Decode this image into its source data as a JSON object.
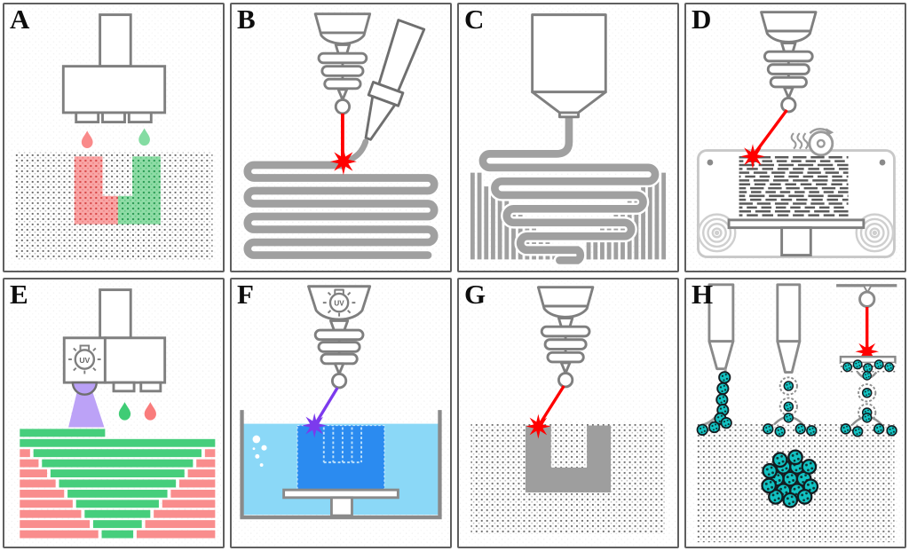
{
  "figure": {
    "type": "additive-manufacturing-techniques-diagram",
    "panels": [
      {
        "label": "A"
      },
      {
        "label": "B"
      },
      {
        "label": "C"
      },
      {
        "label": "D"
      },
      {
        "label": "E"
      },
      {
        "label": "F"
      },
      {
        "label": "G"
      },
      {
        "label": "H"
      }
    ]
  },
  "labels": {
    "uv": "UV"
  },
  "colors": {
    "panel_border": "#5f5f5f",
    "outline_gray": "#7f7f7f",
    "machine_light_gray": "#c8c8c8",
    "material_gray": "#a0a0a0",
    "sintered_gray": "#9e9e9e",
    "laser_red": "#ff0000",
    "uv_purple": "#7c3aed",
    "uv_cone_purple": "#bca2f7",
    "binder_pink": "#f9a6a6",
    "binder_green": "#8fdca6",
    "layer_green": "#46ce7c",
    "layer_pink": "#f98d8d",
    "drop_green": "#3fcc75",
    "drop_pink": "#f97c7c",
    "resin_light_blue": "#8bd8f7",
    "cured_part_blue": "#2b8bf0",
    "cell_teal": "#12c2c2"
  }
}
